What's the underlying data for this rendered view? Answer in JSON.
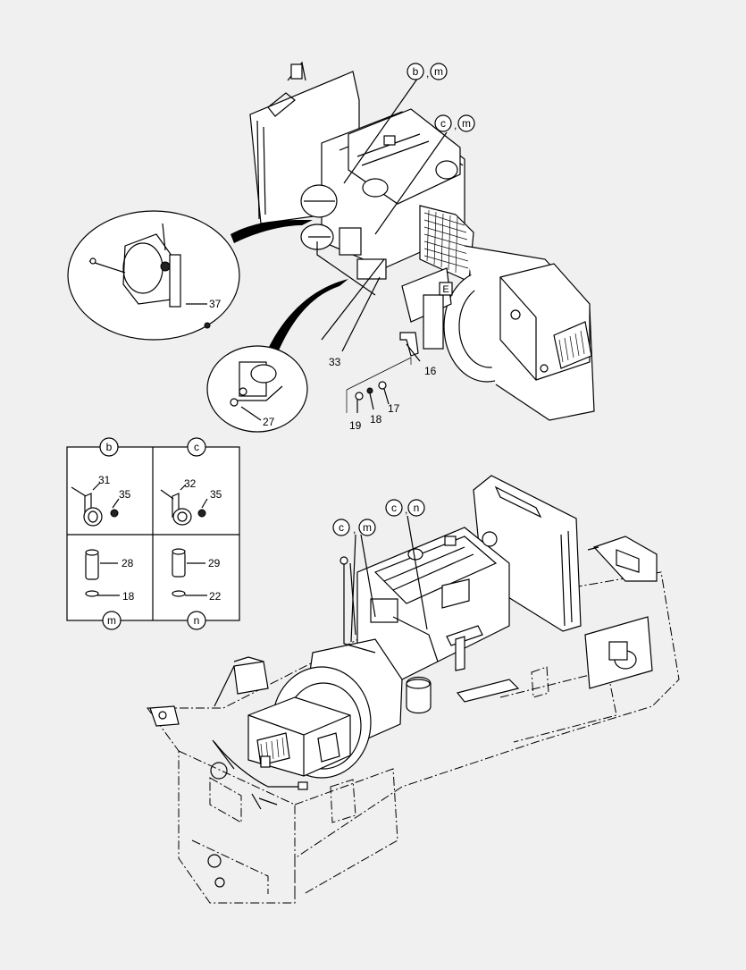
{
  "labels": {
    "b_m_top": "b",
    "m_top": "m",
    "c_m_top": "c",
    "m_top2": "m",
    "p37": "37",
    "p33": "33",
    "p16": "16",
    "p27": "27",
    "p17": "17",
    "p18a": "18",
    "p19": "19",
    "grid_b": "b",
    "grid_c": "c",
    "grid_m": "m",
    "grid_n": "n",
    "p31": "31",
    "p32": "32",
    "p35a": "35",
    "p35b": "35",
    "p28": "28",
    "p29": "29",
    "p18b": "18",
    "p22": "22",
    "c_m_bot_c": "c",
    "c_m_bot_m": "m",
    "c_n_bot_c": "c",
    "c_n_bot_n": "n",
    "E_mark": "E",
    "comma": ","
  }
}
